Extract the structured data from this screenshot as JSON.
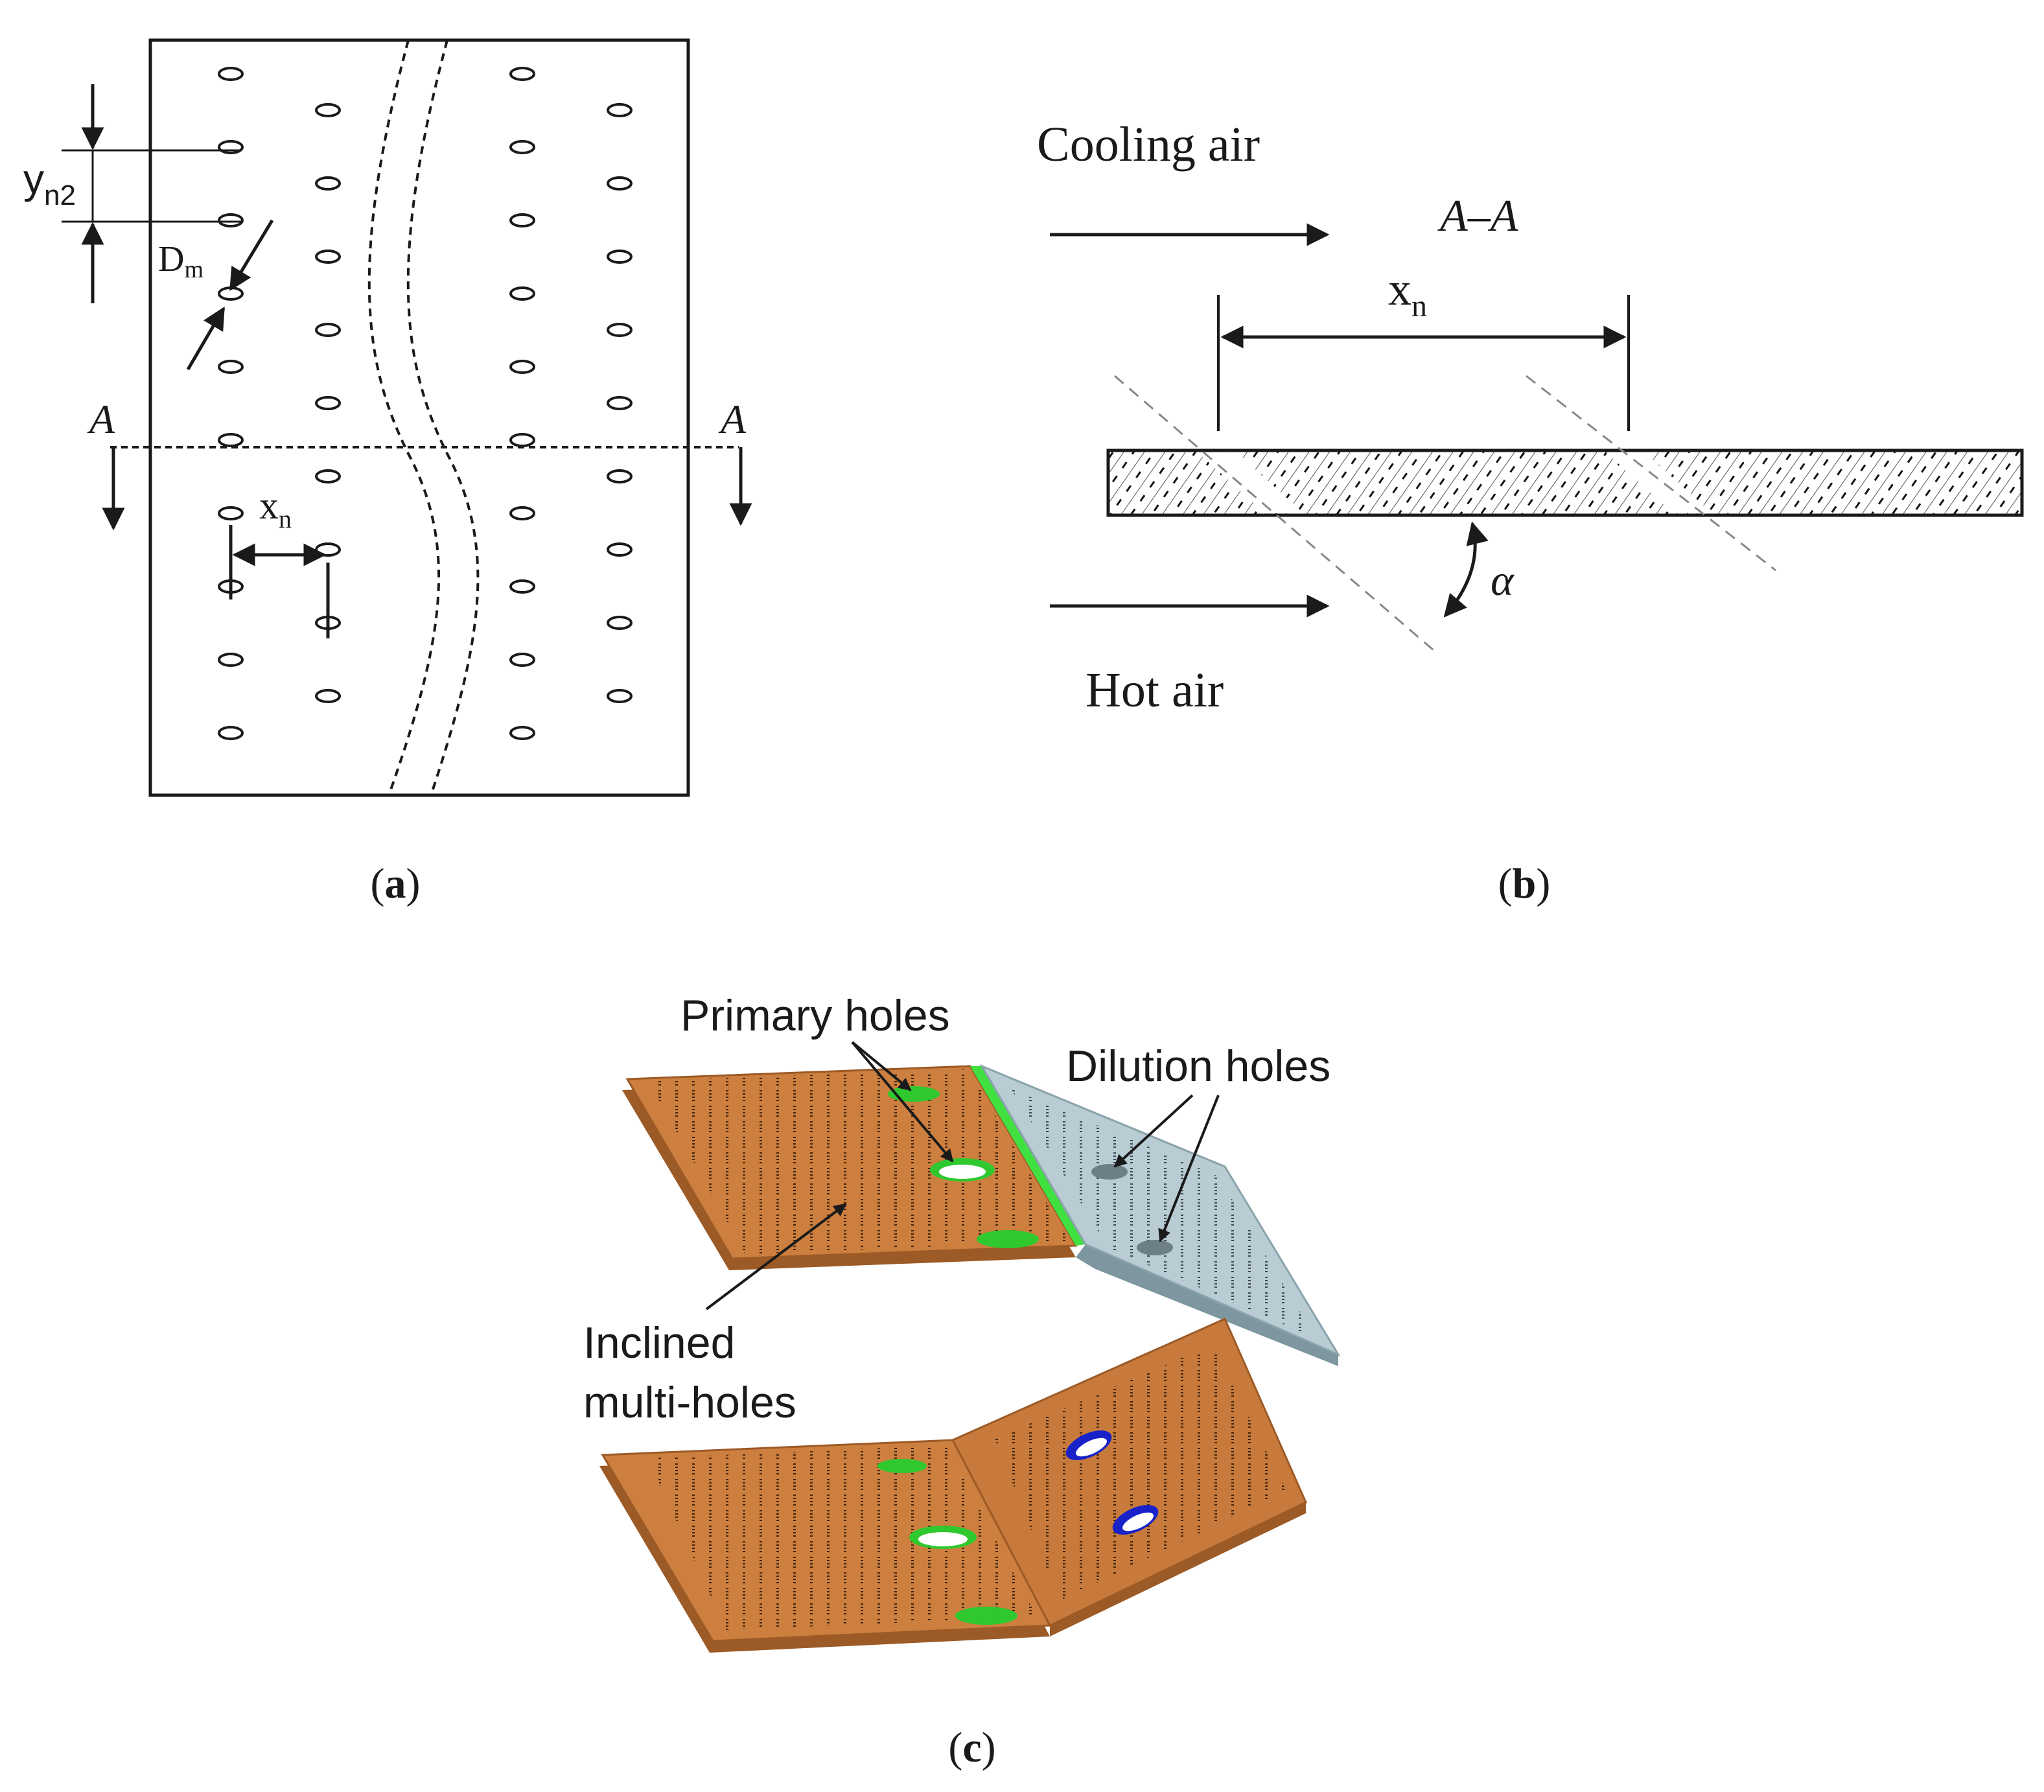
{
  "panel_a": {
    "caption": {
      "open": "(",
      "letter": "a",
      "close": ")"
    },
    "label_y_main": "y",
    "label_y_sub": "n2",
    "label_d_main": "D",
    "label_d_sub": "m",
    "label_x_main": "x",
    "label_x_sub": "n",
    "section_left": "A",
    "section_right": "A"
  },
  "panel_b": {
    "caption": {
      "open": "(",
      "letter": "b",
      "close": ")"
    },
    "cooling_air": "Cooling air",
    "section_title": "A–A",
    "label_x_main": "x",
    "label_x_sub": "n",
    "angle_label": "α",
    "hot_air": "Hot air"
  },
  "panel_c": {
    "caption": {
      "open": "(",
      "letter": "c",
      "close": ")"
    },
    "primary_holes": "Primary holes",
    "dilution_holes": "Dilution holes",
    "inclined_line1": "Inclined",
    "inclined_line2": "multi-holes"
  },
  "colors": {
    "line": "#1a1a1a",
    "plate_orange": "#cd7f3f",
    "plate_orange_edge": "#9c5a26",
    "plate_blue": "#b9ccd4",
    "primary_hole_green": "#2fc82f",
    "dilution_hole_blue": "#1822c8",
    "seam_green": "#3fe03f"
  }
}
